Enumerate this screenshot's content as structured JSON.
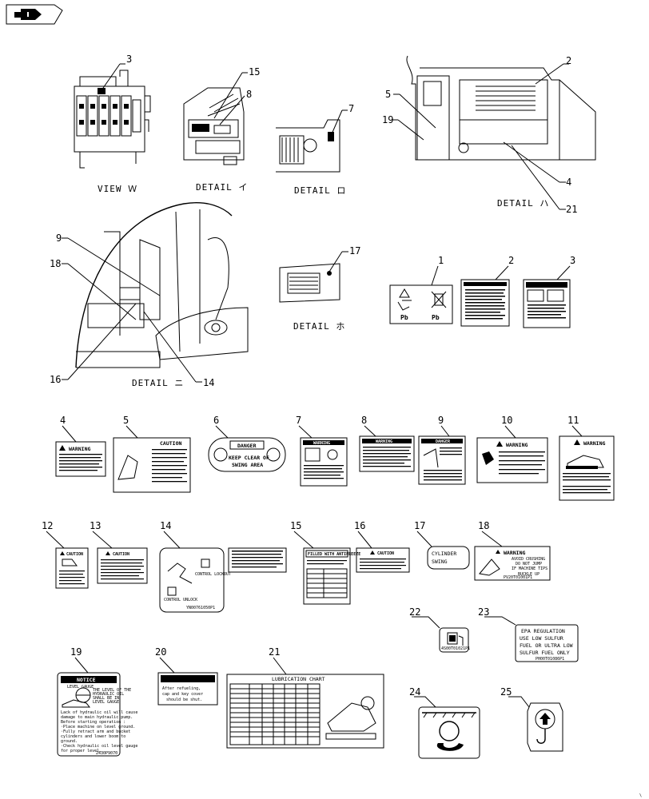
{
  "callouts": [
    "1",
    "2",
    "3",
    "4",
    "5",
    "6",
    "7",
    "8",
    "9",
    "10",
    "11",
    "12",
    "13",
    "14",
    "15",
    "16",
    "17",
    "18",
    "19",
    "20",
    "21",
    "22",
    "23",
    "24",
    "25"
  ],
  "view_labels": {
    "view_w": "VIEW Ｗ",
    "detail_i": "DETAIL イ",
    "detail_ro": "DETAIL ロ",
    "detail_ha": "DETAIL ハ",
    "detail_ni": "DETAIL ニ",
    "detail_ho": "DETAIL ホ"
  },
  "decals": {
    "d1": {
      "pb1": "Pb",
      "pb2": "Pb"
    },
    "d4": {
      "title": "WARNING"
    },
    "d5": {
      "title": "CAUTION"
    },
    "d6": {
      "title": "DANGER",
      "line1": "KEEP CLEAR OF",
      "line2": "SWING   AREA"
    },
    "d7": {
      "title": "WARNING"
    },
    "d8": {
      "title": "WARNING"
    },
    "d9": {
      "title": "DANGER"
    },
    "d10": {
      "title": "WARNING"
    },
    "d11": {
      "title": "WARNING"
    },
    "d12": {
      "title": "CAUTION"
    },
    "d13": {
      "title": "CAUTION"
    },
    "d14": {
      "control_lockout": "CONTROL LOCKOUT",
      "control_unlock": "CONTROL UNLOCK",
      "part_no": "YN00761050P1"
    },
    "d15": {
      "title": "FILLED WITH ANTIFREEZE"
    },
    "d16": {
      "title": "CAUTION"
    },
    "d17": {
      "line1": "CYLINDER",
      "line2": "SWING"
    },
    "d18": {
      "title": "WARNING",
      "line1": "AVOID CRUSHING",
      "line2": "DO NOT JUMP",
      "line3": "IF MACHINE TIPS",
      "line4": "BUCKLE UP",
      "part_no": "PV20T01001P1"
    },
    "d19": {
      "title": "NOTICE",
      "level_gauge": "LEVEL GAUGE",
      "side1": "THE LEVEL OF THE",
      "side2": "HYDRAULIC OIL",
      "side3": "SHALL BE IN",
      "side4": "LEVEL GAUGE",
      "lines": [
        "Lack of hydraulic oil will cause",
        "damage to main hydraulic pump.",
        "Before starting operation :",
        "·Place machine on level ground.",
        "·Fully retract arm and bucket",
        "  cylinders and lower boom to",
        "  ground.",
        "·Check hydraulic oil level gauge",
        "  for proper level."
      ],
      "part_no": "2430P9070"
    },
    "d20": {
      "line1": "After refueling,",
      "line2": "cap and key cover",
      "line3": "should be shut."
    },
    "d21": {
      "title": "LUBRICATION CHART"
    },
    "d22": {
      "part_no": "4S00T01021P1"
    },
    "d23": {
      "line1": "EPA REGULATION",
      "line2": "USE LOW SULFUR",
      "line3": "FUEL OR ULTRA LOW",
      "line4": "SULFUR FUEL ONLY",
      "part_no": "PH00T01086P1"
    }
  },
  "header": {
    "icon": "arrow-folder-icon"
  }
}
